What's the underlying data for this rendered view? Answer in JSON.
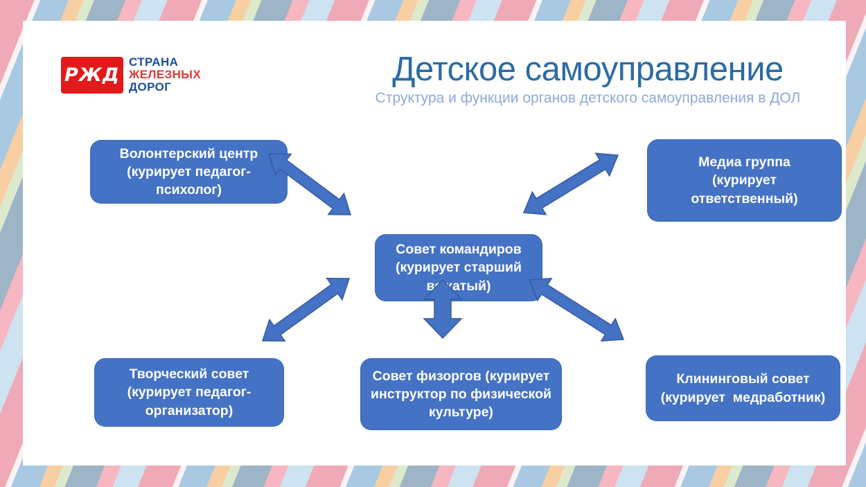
{
  "slide": {
    "logo": {
      "brand_mark": "РЖД",
      "line1": "СТРАНА",
      "line2": "ЖЕЛЕЗНЫХ",
      "line3": "ДОРОГ"
    },
    "title": "Детское самоуправление",
    "subtitle": "Структура и функции органов детского самоуправления в ДОЛ"
  },
  "diagram": {
    "center": {
      "id": "sovet-komandirov",
      "label": "Совет командиров\n(курирует старший\nвожатый)"
    },
    "nodes": [
      {
        "id": "volonterskiy-centr",
        "position": "top-left",
        "label": "Волонтерский центр\n(курирует педагог-\nпсихолог)"
      },
      {
        "id": "media-gruppa",
        "position": "top-right",
        "label": "Медиа группа\n(курирует\nответственный)"
      },
      {
        "id": "tvorcheskiy-sovet",
        "position": "bottom-left",
        "label": "Творческий совет\n(курирует педагог-\nорганизатор)"
      },
      {
        "id": "sovet-fizorgov",
        "position": "bottom-center",
        "label": "Совет физоргов (курирует\nинструктор по физической\nкультуре)"
      },
      {
        "id": "kliningovyy-sovet",
        "position": "bottom-right",
        "label": "Клининговый совет\n(курирует  медработник)"
      }
    ],
    "edges": [
      {
        "from": "sovet-komandirov",
        "to": "volonterskiy-centr",
        "direction": "bidirectional"
      },
      {
        "from": "sovet-komandirov",
        "to": "media-gruppa",
        "direction": "bidirectional"
      },
      {
        "from": "sovet-komandirov",
        "to": "tvorcheskiy-sovet",
        "direction": "bidirectional"
      },
      {
        "from": "sovet-komandirov",
        "to": "sovet-fizorgov",
        "direction": "bidirectional"
      },
      {
        "from": "sovet-komandirov",
        "to": "kliningovyy-sovet",
        "direction": "bidirectional"
      }
    ]
  },
  "colors": {
    "node_fill": "#4472c4",
    "arrow_fill": "#4472c4",
    "title_blue": "#2b6ba5",
    "subtitle_blue": "#8ea9db",
    "brand_red": "#e21a1a",
    "brand_blue": "#1b4e9b",
    "slide_background": "#ffffff"
  }
}
